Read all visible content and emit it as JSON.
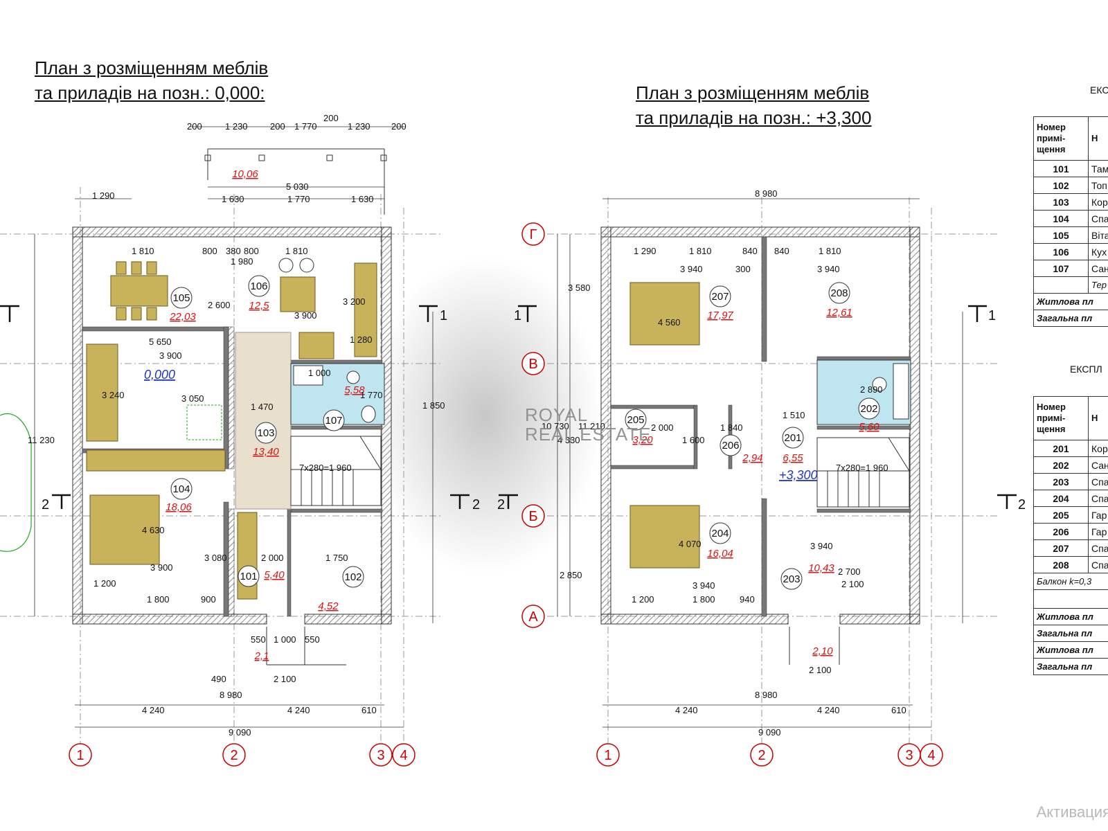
{
  "titles": {
    "ground": [
      "План з розміщенням меблів",
      "та  приладів на позн.: 0,000:"
    ],
    "upper": [
      "План з розміщенням меблів",
      "та приладів на позн.: +3,300"
    ]
  },
  "axes": {
    "columns": [
      "1",
      "2",
      "3",
      "4"
    ],
    "rows": [
      "Г",
      "В",
      "Б",
      "А"
    ]
  },
  "ground_floor": {
    "level": "0,000",
    "rooms": [
      {
        "no": "105",
        "area": "22,03"
      },
      {
        "no": "106",
        "area": "12,5"
      },
      {
        "no": "103",
        "area": "13,40"
      },
      {
        "no": "107",
        "area": "5,58"
      },
      {
        "no": "104",
        "area": "18,06"
      },
      {
        "no": "101",
        "area": "5,40"
      },
      {
        "no": "102",
        "area": "4,52"
      }
    ],
    "terrace_area": "10,06",
    "porch_area": "2,1",
    "stair_note": "7х280=1 960",
    "dims": {
      "top_row": [
        "200",
        "1 230",
        "200",
        "1 770",
        "200",
        "1 230",
        "200"
      ],
      "d5030": "5 030",
      "d1290": "1 290",
      "d1630a": "1 630",
      "d1770": "1 770",
      "d1630b": "1 630",
      "d1810a": "1 810",
      "d800a": "800",
      "d380": "380",
      "d800b": "800",
      "d1810b": "1 810",
      "d1980": "1 980",
      "d2600": "2 600",
      "d3200": "3 200",
      "d3900a": "3 900",
      "d5650": "5 650",
      "d3900b": "3 900",
      "d3240": "3 240",
      "d3050": "3 050",
      "d1470": "1 470",
      "d1280": "1 280",
      "d1000": "1 000",
      "d1770b": "1 770",
      "d1850": "1 850",
      "d4630": "4 630",
      "d3080": "3 080",
      "d3900c": "3 900",
      "d1200": "1 200",
      "d1800": "1 800",
      "d900": "900",
      "d2000": "2 000",
      "d1750": "1 750",
      "d11230": "11 230",
      "d550a": "550",
      "d1000b": "1 000",
      "d550b": "550",
      "d2100": "2 100",
      "d490": "490",
      "d8980": "8 980",
      "d4240a": "4 240",
      "d4240b": "4 240",
      "d610": "610",
      "d9090": "9 090"
    }
  },
  "upper_floor": {
    "level": "+3,300",
    "rooms": [
      {
        "no": "207",
        "area": "17,97"
      },
      {
        "no": "208",
        "area": "12,61"
      },
      {
        "no": "202",
        "area": "5,60"
      },
      {
        "no": "205",
        "area": "3,20"
      },
      {
        "no": "206",
        "area": "2,94"
      },
      {
        "no": "201",
        "area": "6,55"
      },
      {
        "no": "204",
        "area": "16,04"
      },
      {
        "no": "203",
        "area": "10,43"
      }
    ],
    "balcony_area": "2,10",
    "stair_note": "7х280=1 960",
    "dims": {
      "d8980top": "8 980",
      "d1290": "1 290",
      "d1810a": "1 810",
      "d840a": "840",
      "d840b": "840",
      "d1810b": "1 810",
      "d3940a": "3 940",
      "d300": "300",
      "d3940b": "3 940",
      "d4560": "4 560",
      "d3580": "3 580",
      "d10730": "10 730",
      "d11210": "11 210",
      "d4330": "4 330",
      "d2890": "2 890",
      "d1510": "1 510",
      "d1840": "1 840",
      "d2000": "2 000",
      "d1600": "1 600",
      "d4070": "4 070",
      "d3940c": "3 940",
      "d3940d": "3 940",
      "d2700": "2 700",
      "d2100a": "2 100",
      "d2850": "2 850",
      "d1200": "1 200",
      "d1800": "1 800",
      "d940": "940",
      "d2100b": "2 100",
      "d8980": "8 980",
      "d4240a": "4 240",
      "d4240b": "4 240",
      "d610": "610",
      "d9090": "9 090"
    }
  },
  "table1": {
    "caption": "ЕКСПЛ",
    "header_no": [
      "Номер",
      "примі-",
      "щення"
    ],
    "header_name": "Н",
    "rows": [
      {
        "no": "101",
        "name": "Там"
      },
      {
        "no": "102",
        "name": "Топ"
      },
      {
        "no": "103",
        "name": "Кор"
      },
      {
        "no": "104",
        "name": "Спа"
      },
      {
        "no": "105",
        "name": "Віта"
      },
      {
        "no": "106",
        "name": "Кух"
      },
      {
        "no": "107",
        "name": "Сан"
      }
    ],
    "terrace_row": "Тер",
    "footer": [
      "Житлова пл",
      "Загальна пл"
    ]
  },
  "table2": {
    "caption": "ЕКСПЛ",
    "header_no": [
      "Номер",
      "примі-",
      "щення"
    ],
    "header_name": "Н",
    "rows": [
      {
        "no": "201",
        "name": "Кор"
      },
      {
        "no": "202",
        "name": "Сан"
      },
      {
        "no": "203",
        "name": "Спа"
      },
      {
        "no": "204",
        "name": "Спа"
      },
      {
        "no": "205",
        "name": "Гар"
      },
      {
        "no": "206",
        "name": "Гар"
      },
      {
        "no": "207",
        "name": "Спа"
      },
      {
        "no": "208",
        "name": "Спа"
      }
    ],
    "balcony_row": "Балкон k=0,3",
    "footer": [
      "Житлова пл",
      "Загальна пл",
      "Житлова пл",
      "Загальна пл"
    ]
  },
  "watermark": [
    "ROYAL",
    "REAL ESTATE"
  ],
  "activation_text": "Активация",
  "colors": {
    "wall": "#555555",
    "furniture": "#c9b35a",
    "wet_zone": "#bfe6f0",
    "stair": "#e8e0cc",
    "area_text": "#dd1111",
    "level_text": "#2233cc",
    "axis_mark": "#cc0000"
  }
}
